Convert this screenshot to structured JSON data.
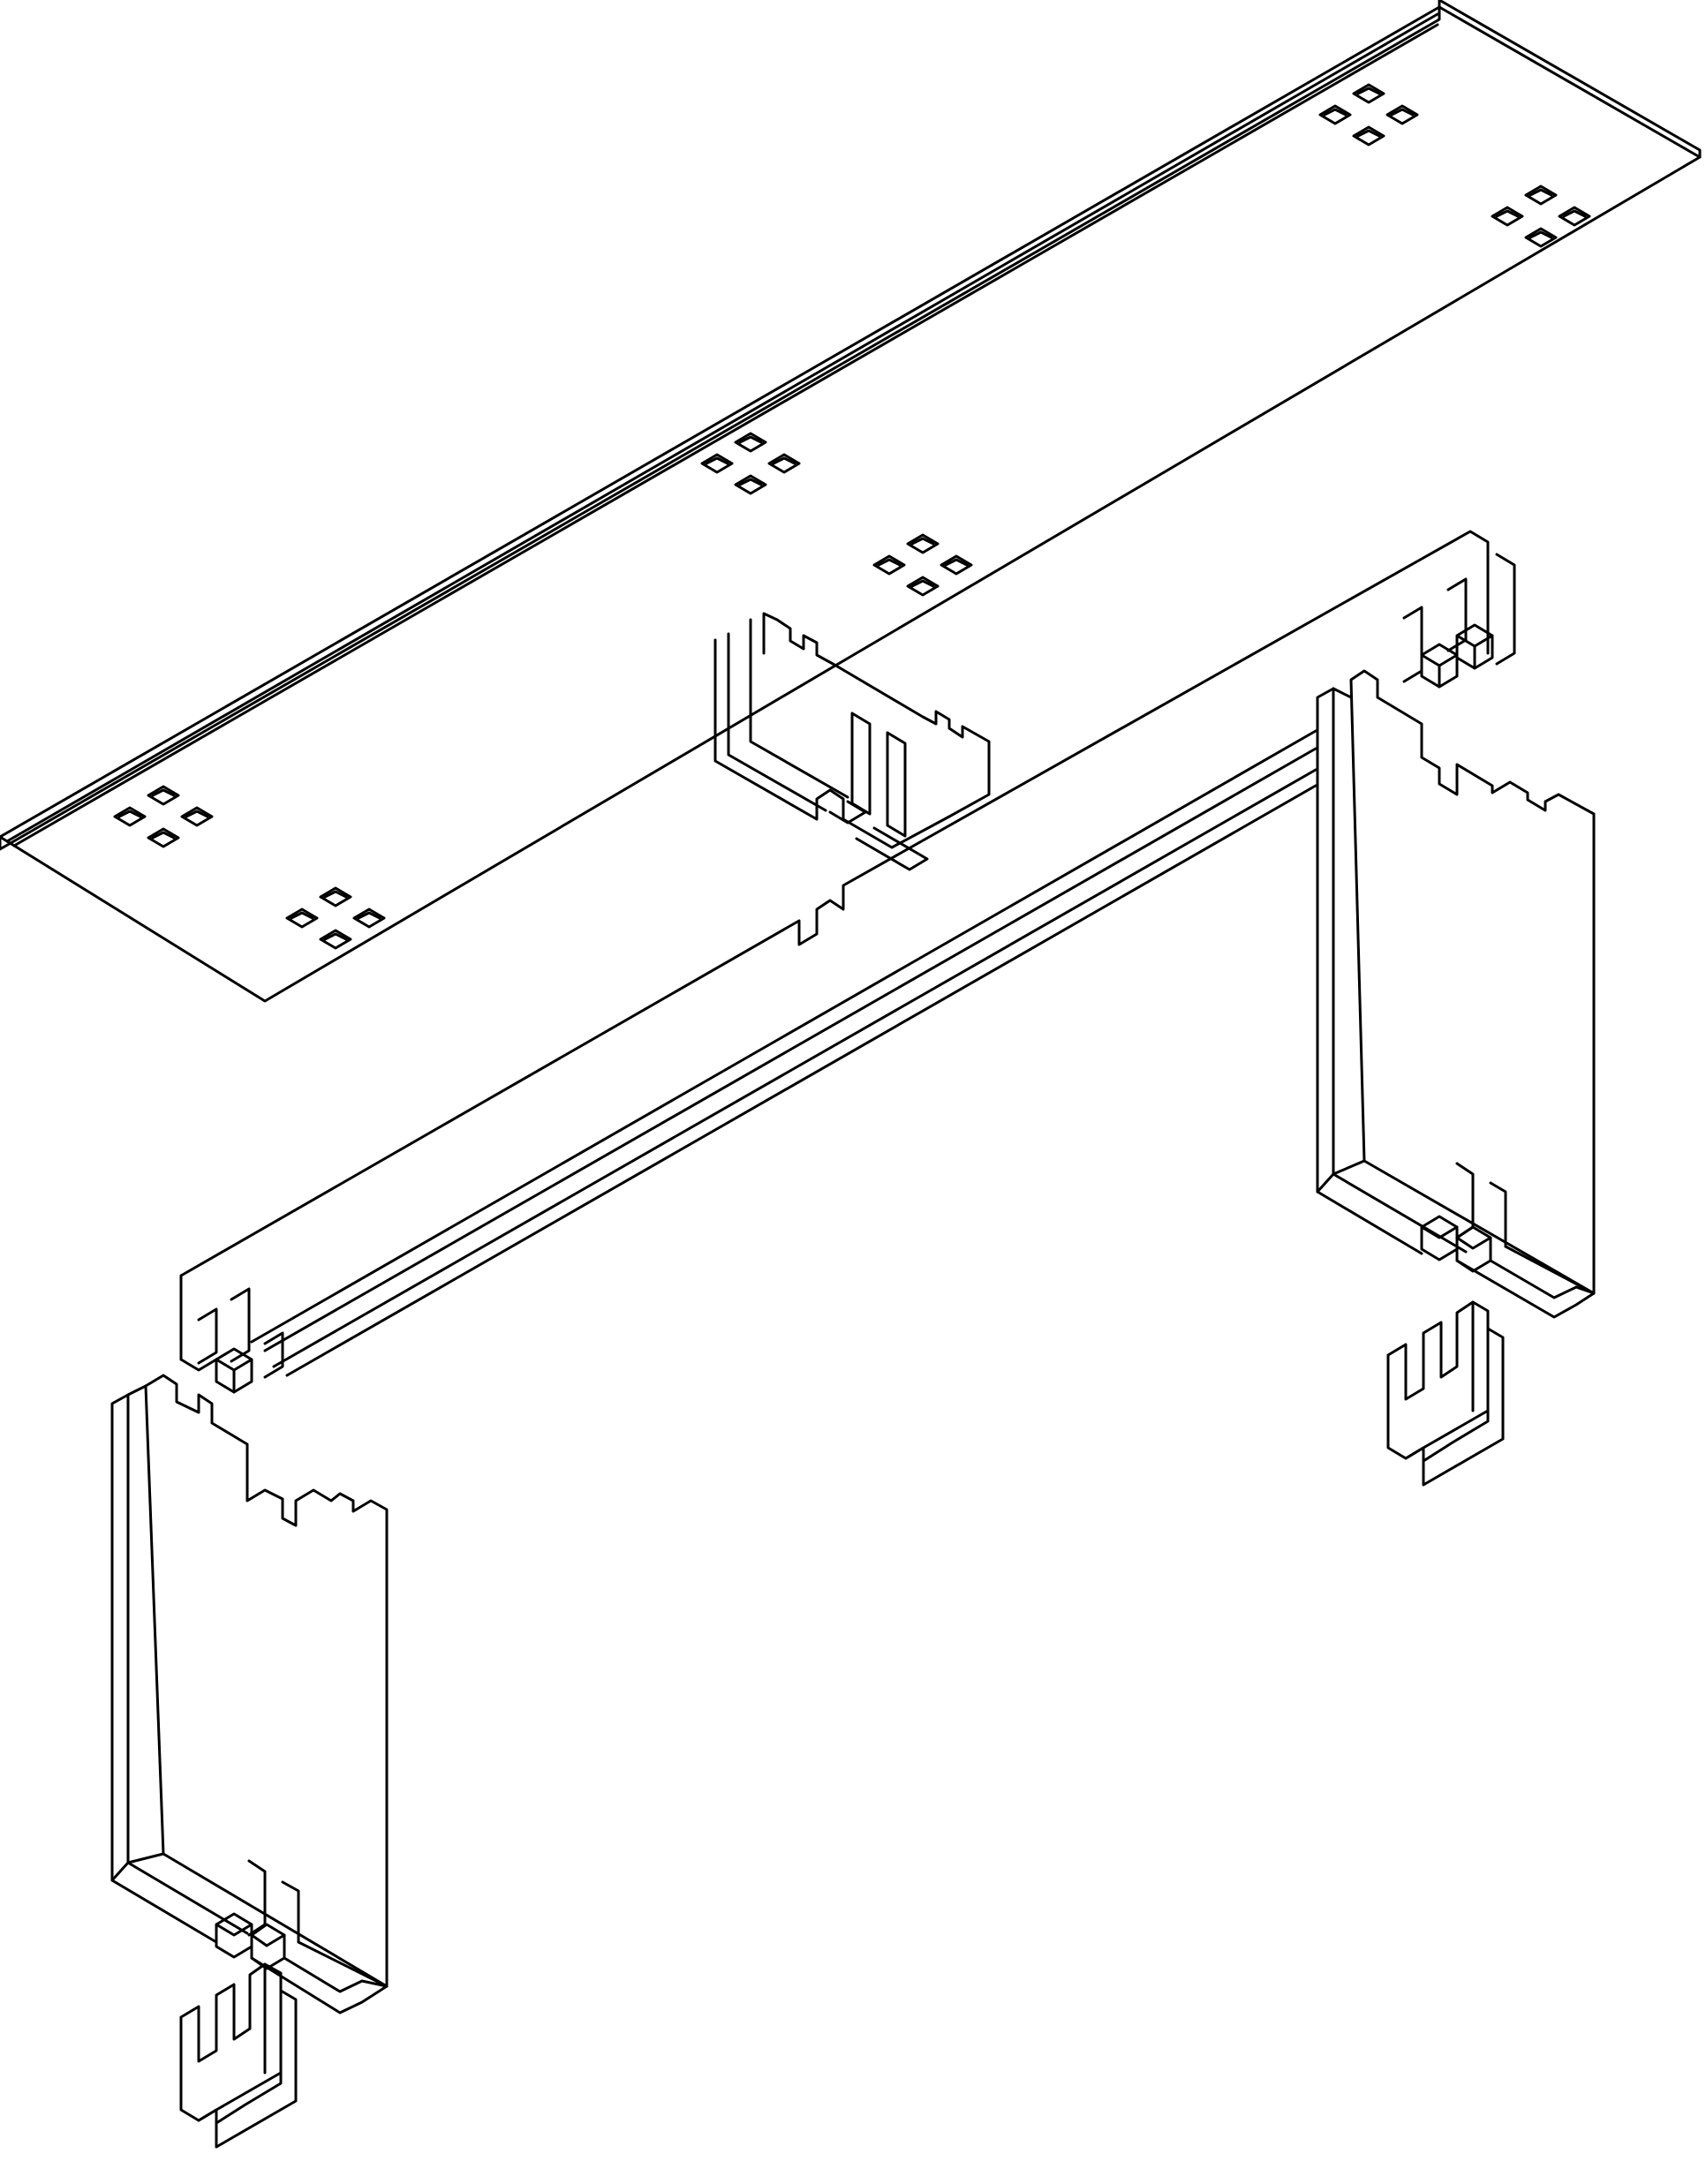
{
  "diagram": {
    "kind": "exploded isometric line drawing",
    "parts": [
      "tabletop",
      "long-stretcher-beam",
      "center-brace",
      "left-leg-panel",
      "right-leg-panel",
      "left-foot",
      "right-foot"
    ],
    "tabletop_hole_groups": 6,
    "holes_per_group": 4
  },
  "colors": {
    "line": "#000000",
    "background": "#ffffff"
  }
}
